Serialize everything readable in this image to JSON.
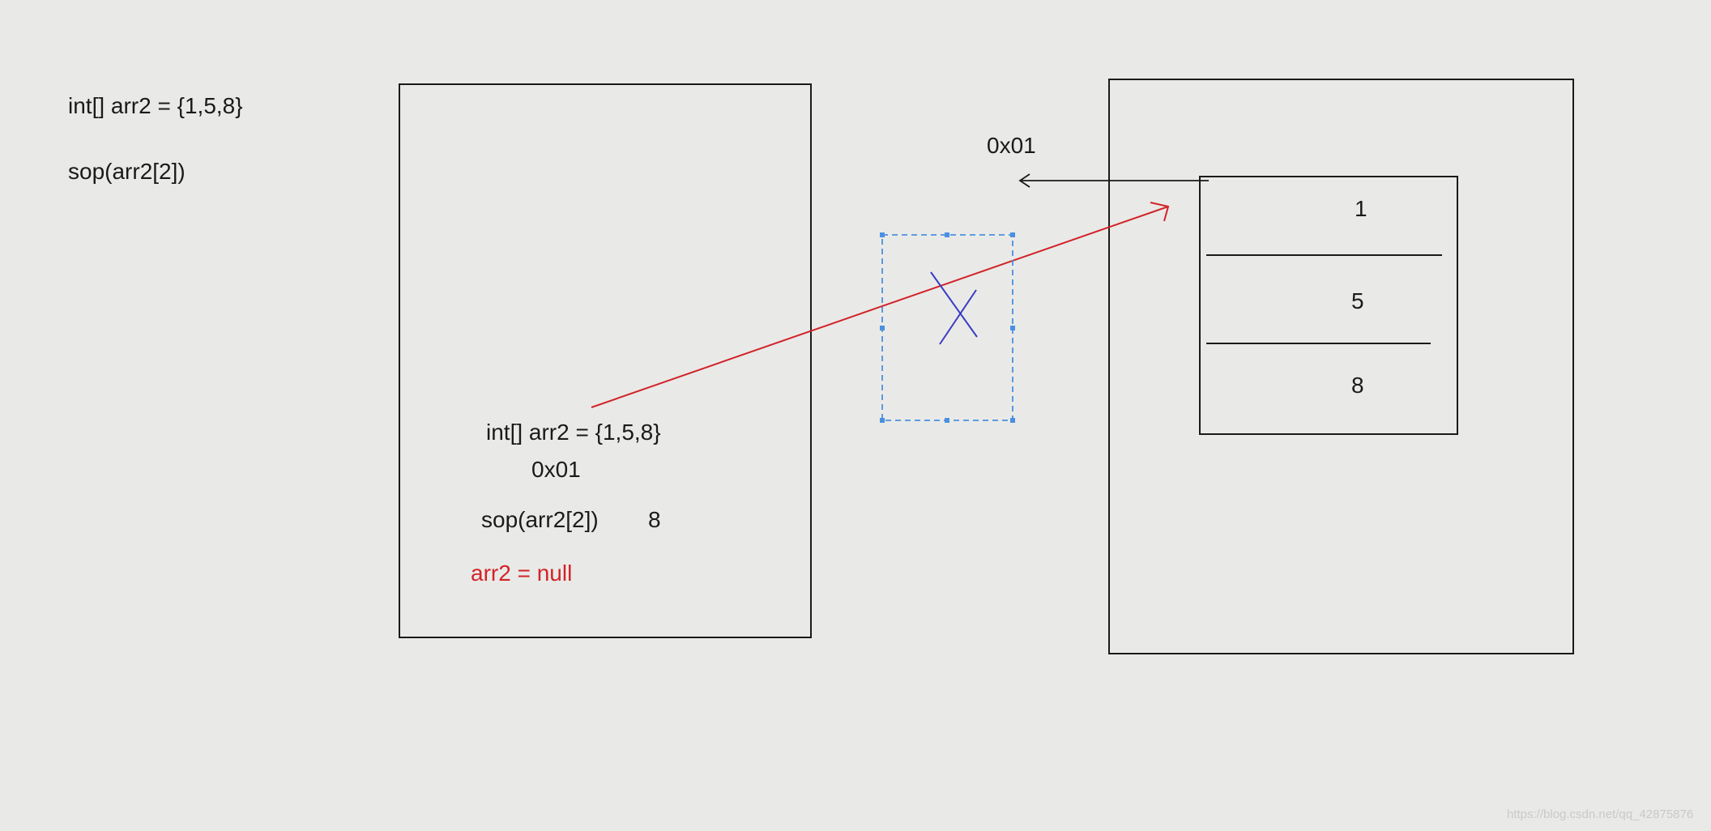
{
  "code": {
    "declaration": "int[] arr2 = {1,5,8}",
    "print": "sop(arr2[2])"
  },
  "stack": {
    "declaration": "int[] arr2 = {1,5,8}",
    "address": "0x01",
    "print": "sop(arr2[2])",
    "print_result": "8",
    "null_assignment": "arr2 = null"
  },
  "heap": {
    "address": "0x01",
    "elements": [
      "1",
      "5",
      "8"
    ]
  },
  "watermark": "https://blog.csdn.net/qq_42875876",
  "colors": {
    "background": "#e9eae7",
    "outline": "#1a1a1a",
    "reference_arrow": "#d2232a",
    "null_text": "#d2232a",
    "cross_mark": "#3b3bc4",
    "selection_box": "#4a90e2"
  }
}
